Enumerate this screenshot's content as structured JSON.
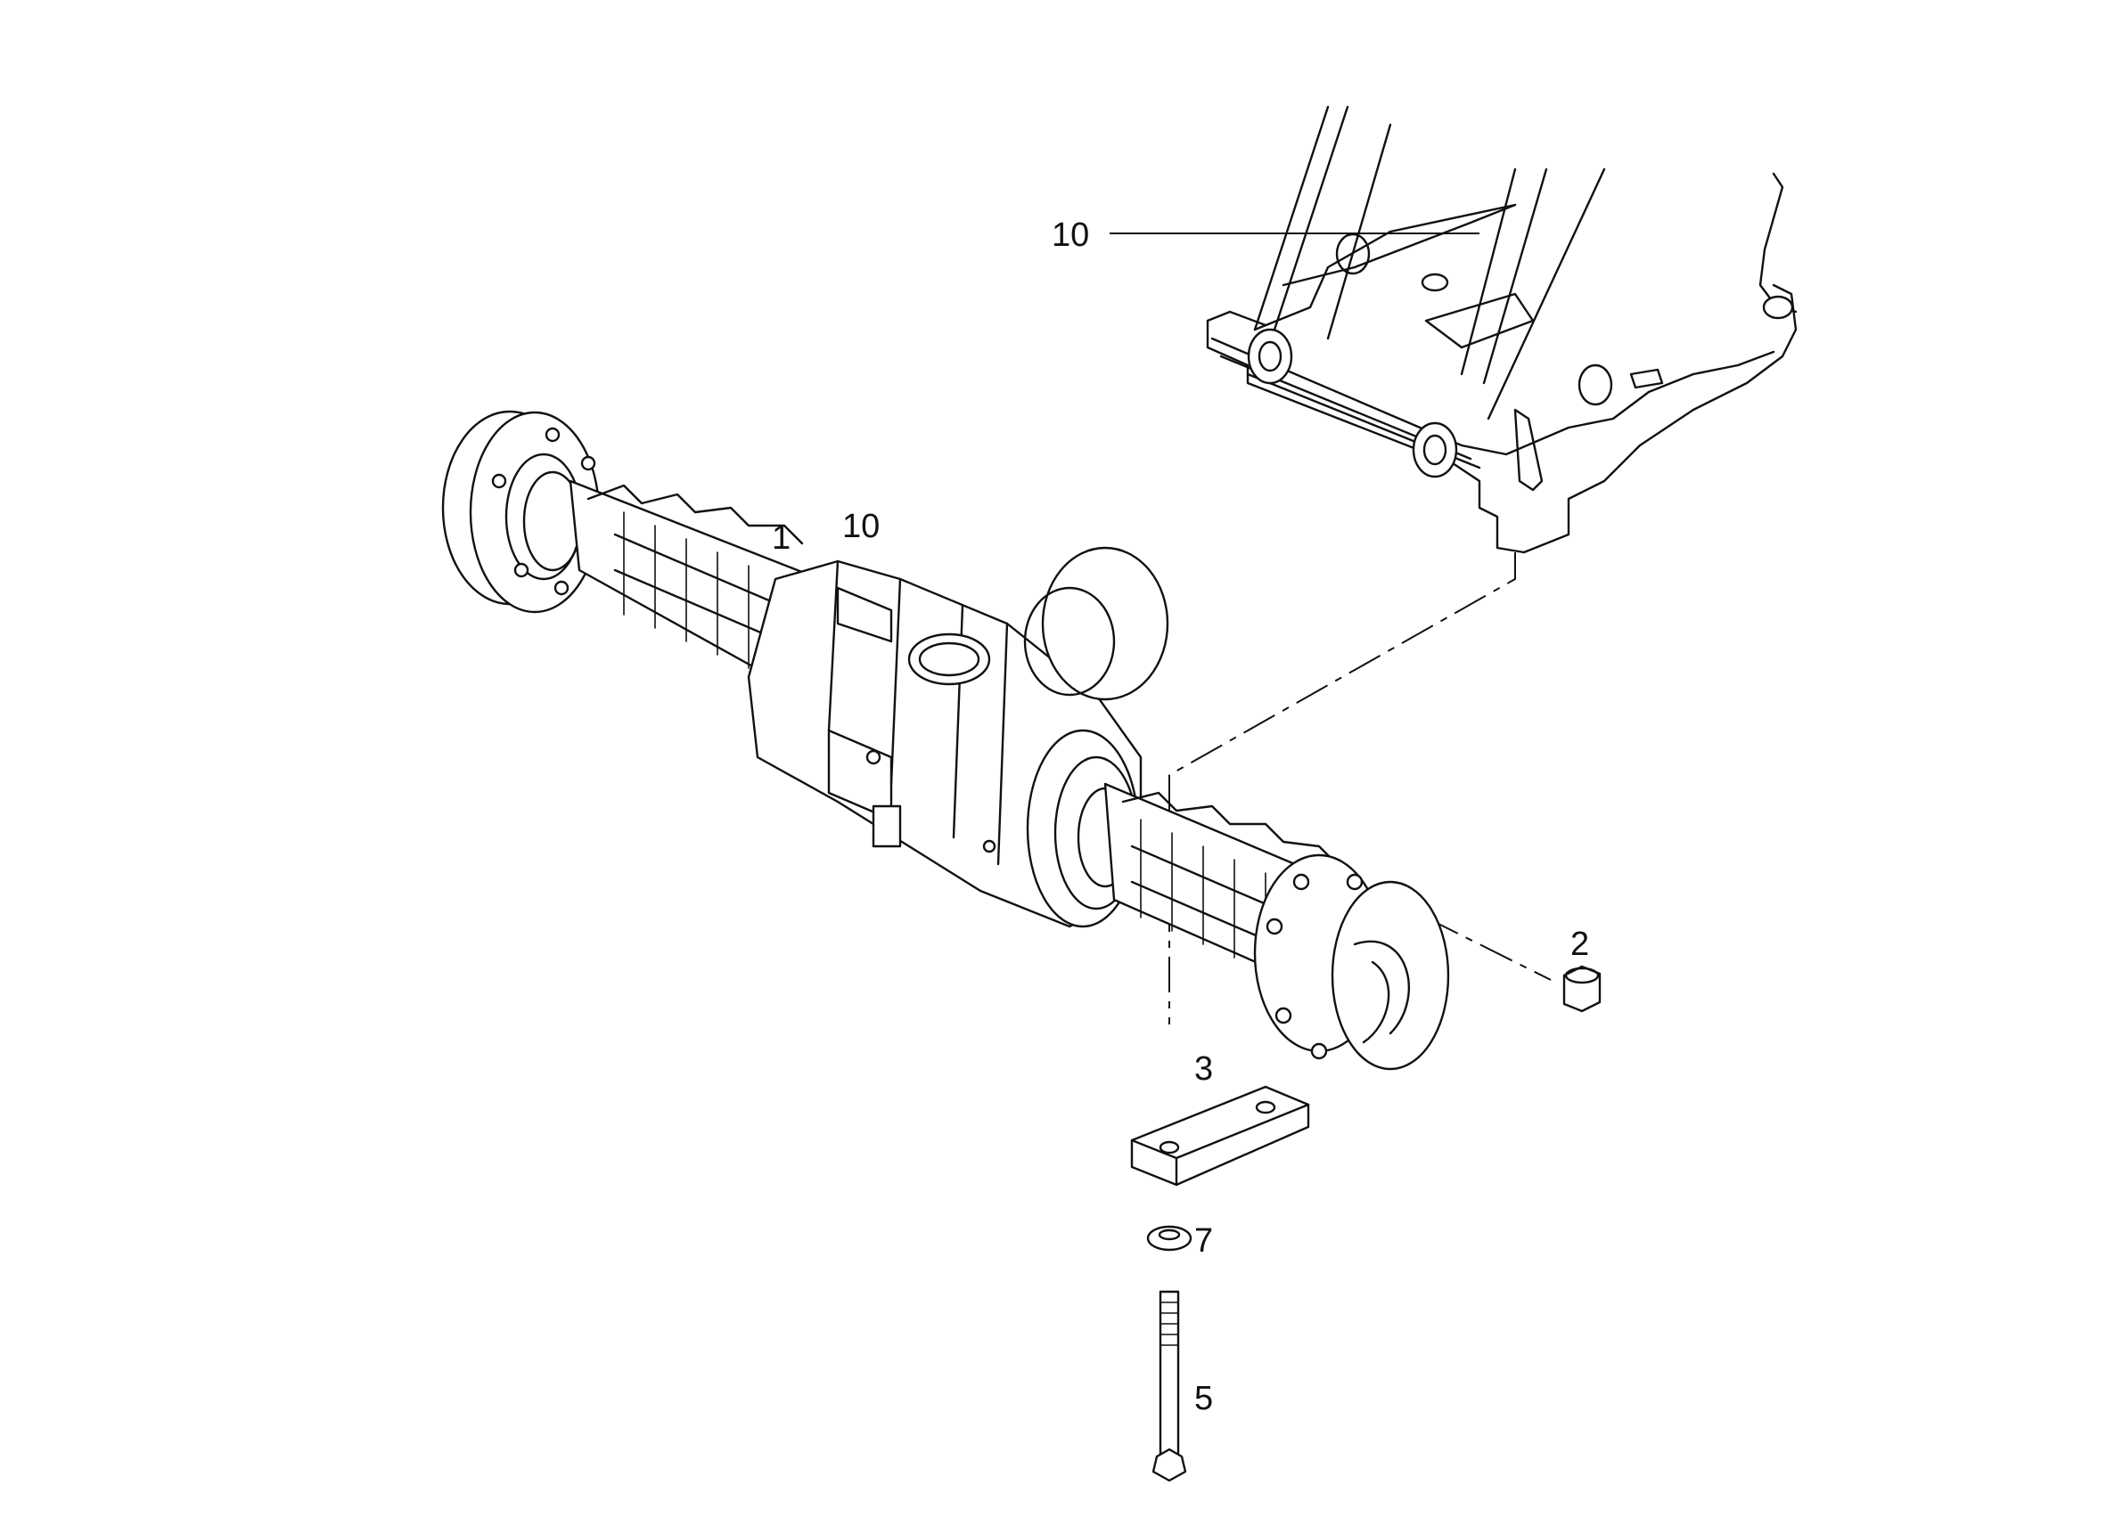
{
  "callouts": [
    {
      "id": "frame",
      "label": "10"
    },
    {
      "id": "axle",
      "label": "1"
    },
    {
      "id": "axle-ref",
      "label": "10"
    },
    {
      "id": "nut",
      "label": "2"
    },
    {
      "id": "plate",
      "label": "3"
    },
    {
      "id": "washer",
      "label": "7"
    },
    {
      "id": "bolt",
      "label": "5"
    }
  ],
  "colors": {
    "line": "#111111",
    "background": "#ffffff"
  }
}
